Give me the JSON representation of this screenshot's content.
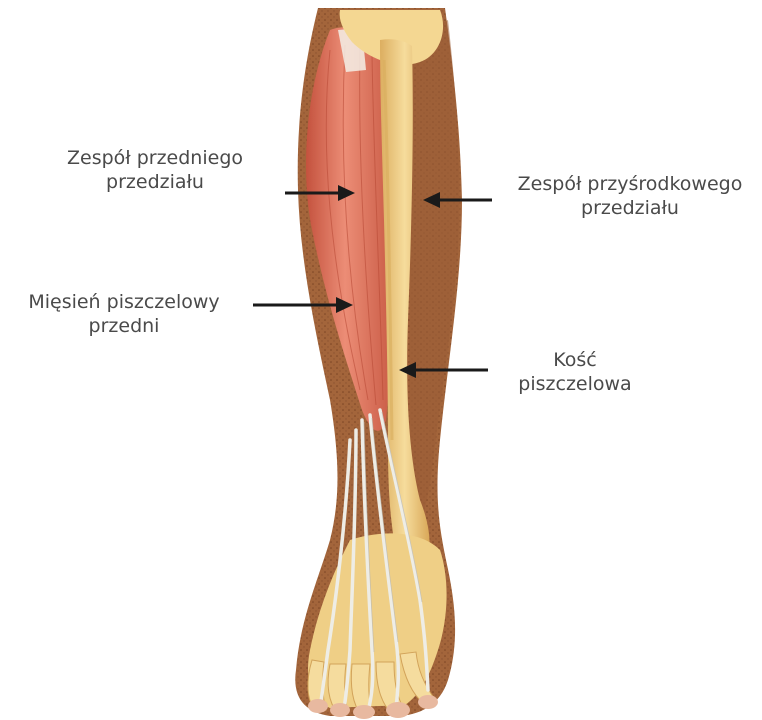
{
  "diagram": {
    "labels": [
      {
        "id": "anterior-compartment",
        "lines": [
          "Zespół przedniego",
          "przedziału"
        ]
      },
      {
        "id": "medial-compartment",
        "lines": [
          "Zespół przyśrodkowego",
          "przedziału"
        ]
      },
      {
        "id": "tibialis-anterior",
        "lines": [
          "Mięsień piszczelowy",
          "przedni"
        ]
      },
      {
        "id": "tibia",
        "lines": [
          "Kość",
          "piszczelowa"
        ]
      }
    ],
    "colors": {
      "skin": "#a8683e",
      "skin_hair": "#7e4a28",
      "muscle": "#d86a55",
      "muscle_light": "#ee9a86",
      "bone": "#f2d18a",
      "bone_shadow": "#d9ad5e",
      "tendon": "#ecebe4",
      "arrow": "#1a1a1a",
      "label_text": "#4a4a4a"
    }
  }
}
